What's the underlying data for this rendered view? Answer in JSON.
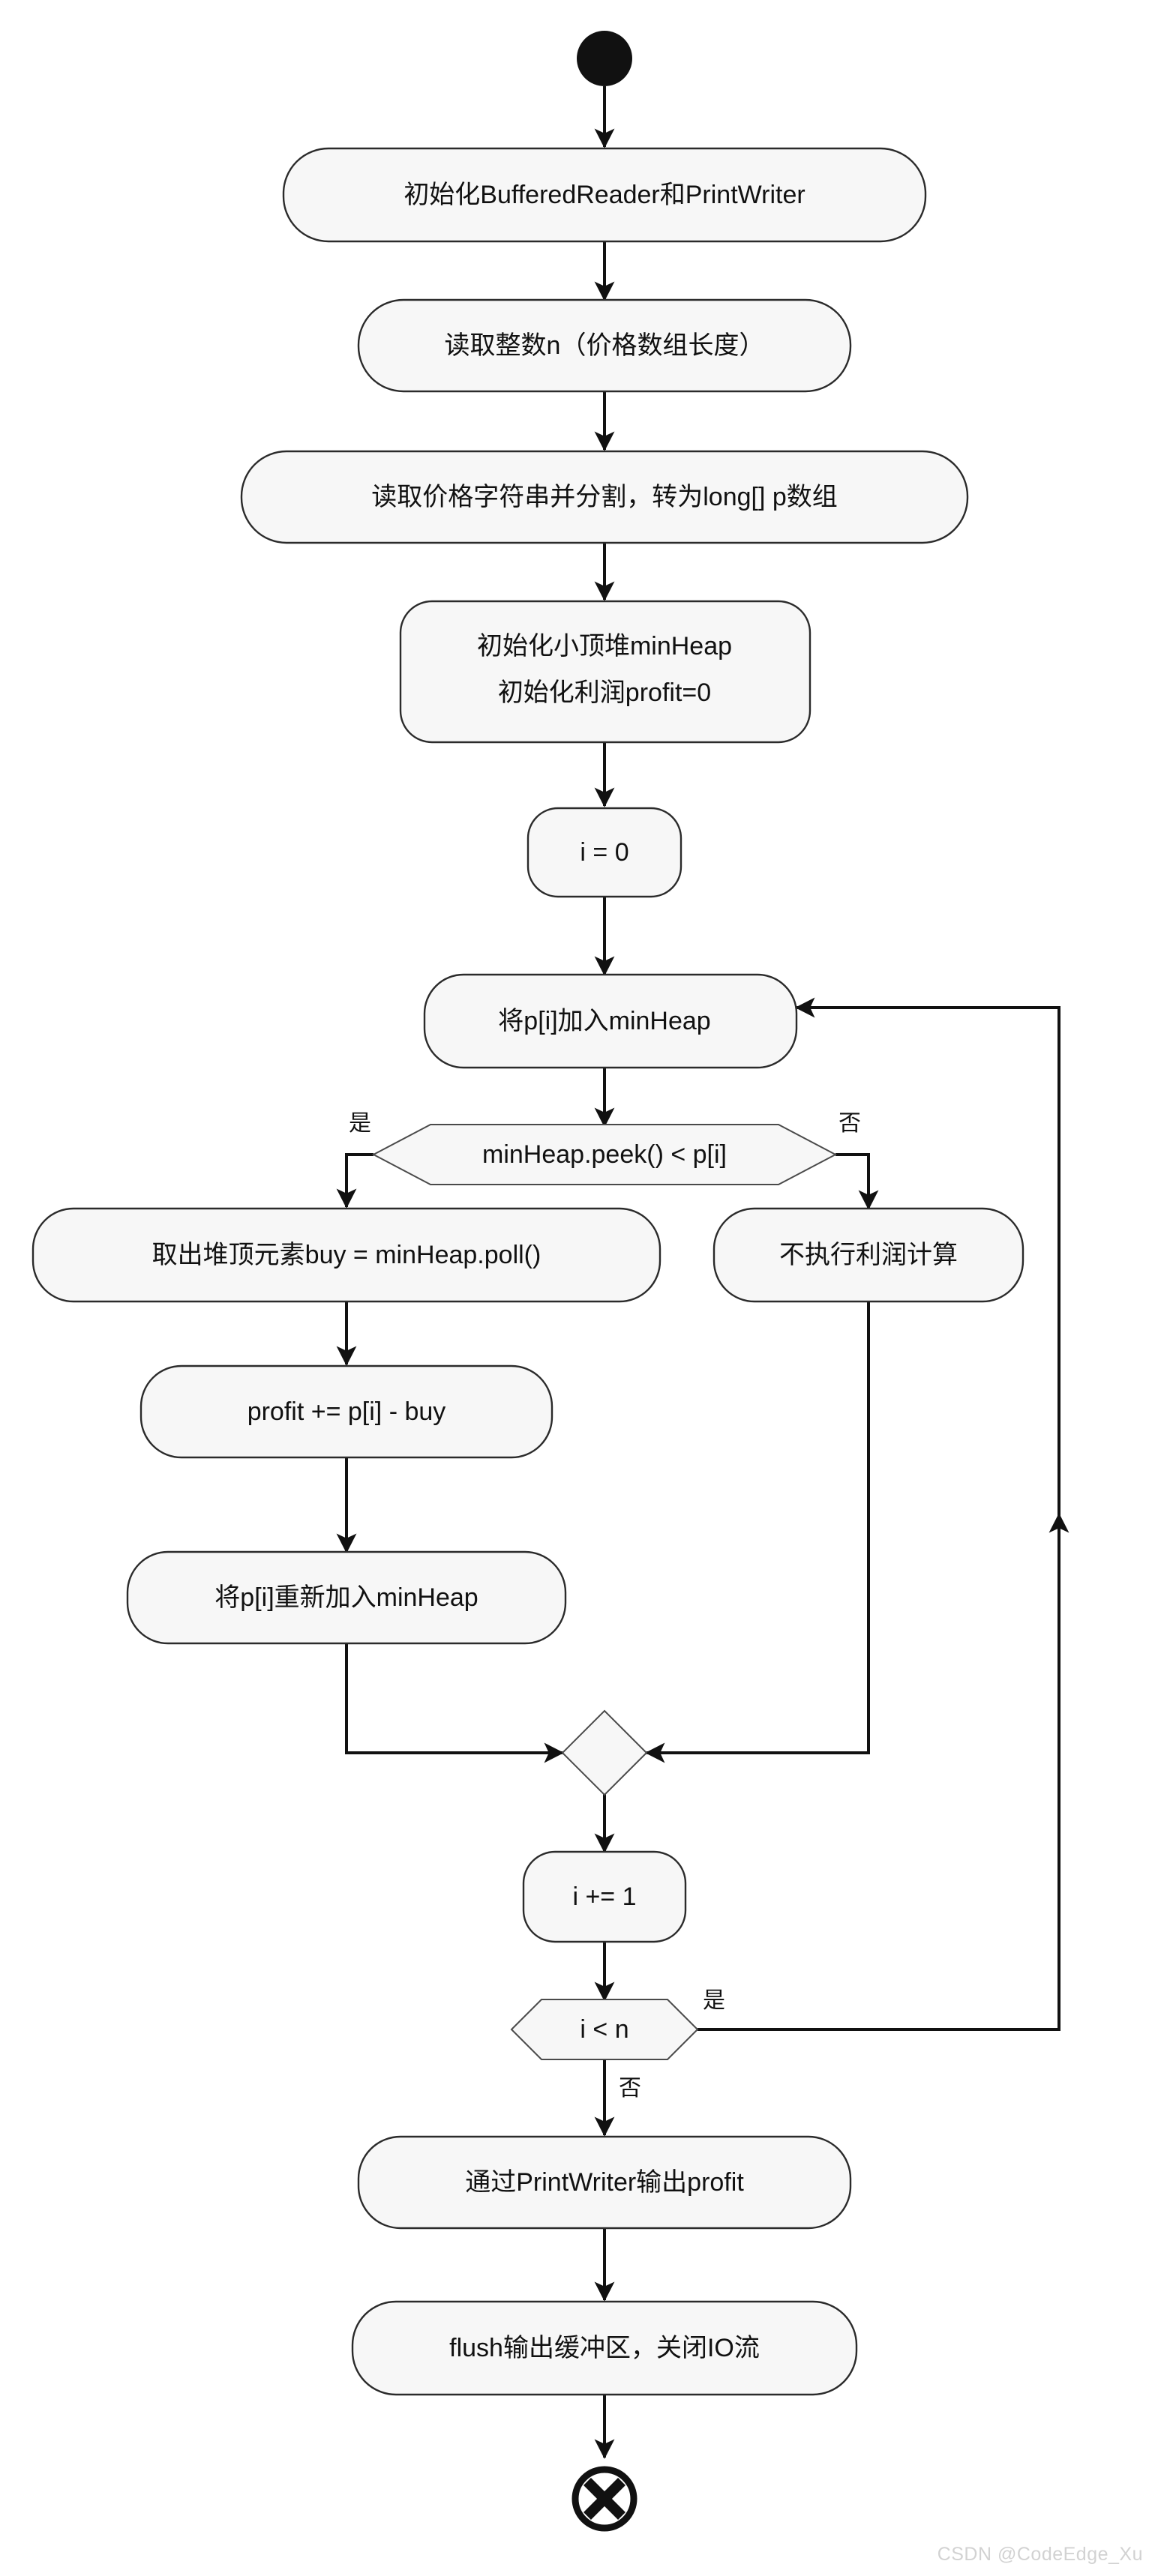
{
  "diagram": {
    "type": "flowchart",
    "title": "",
    "watermark": "CSDN @CodeEdge_Xu",
    "colors": {
      "node_fill": "#f7f7f7",
      "node_stroke": "#2b2b2b",
      "edge": "#111111",
      "text": "#111111",
      "background": "#ffffff",
      "watermark": "#d2d2d2"
    },
    "nodes": {
      "start": {
        "label": "",
        "shape": "filled-circle"
      },
      "init_io": {
        "label": "初始化BufferedReader和PrintWriter",
        "shape": "rounded-rect"
      },
      "read_n": {
        "label": "读取整数n（价格数组长度）",
        "shape": "rounded-rect"
      },
      "read_prices": {
        "label": "读取价格字符串并分割，转为long[] p数组",
        "shape": "rounded-rect"
      },
      "init_heap_line1": {
        "label": "初始化小顶堆minHeap",
        "shape": "rounded-rect"
      },
      "init_heap_line2": {
        "label": "初始化利润profit=0",
        "shape": "rounded-rect"
      },
      "i_zero": {
        "label": "i = 0",
        "shape": "rounded-rect"
      },
      "push_pi": {
        "label": "将p[i]加入minHeap",
        "shape": "rounded-rect"
      },
      "cond_peek": {
        "label": "minHeap.peek() < p[i]",
        "shape": "hexagon"
      },
      "poll_buy": {
        "label": "取出堆顶元素buy = minHeap.poll()",
        "shape": "rounded-rect"
      },
      "add_profit": {
        "label": "profit += p[i] - buy",
        "shape": "rounded-rect"
      },
      "repush_pi": {
        "label": "将p[i]重新加入minHeap",
        "shape": "rounded-rect"
      },
      "no_profit": {
        "label": "不执行利润计算",
        "shape": "rounded-rect"
      },
      "merge": {
        "label": "",
        "shape": "diamond"
      },
      "i_inc": {
        "label": "i += 1",
        "shape": "rounded-rect"
      },
      "cond_loop": {
        "label": "i < n",
        "shape": "hexagon"
      },
      "print_profit": {
        "label": "通过PrintWriter输出profit",
        "shape": "rounded-rect"
      },
      "flush_close": {
        "label": "flush输出缓冲区，关闭IO流",
        "shape": "rounded-rect"
      },
      "end": {
        "label": "",
        "shape": "circle-x"
      }
    },
    "edge_labels": {
      "peek_yes": "是",
      "peek_no": "否",
      "loop_yes": "是",
      "loop_no": "否"
    }
  }
}
